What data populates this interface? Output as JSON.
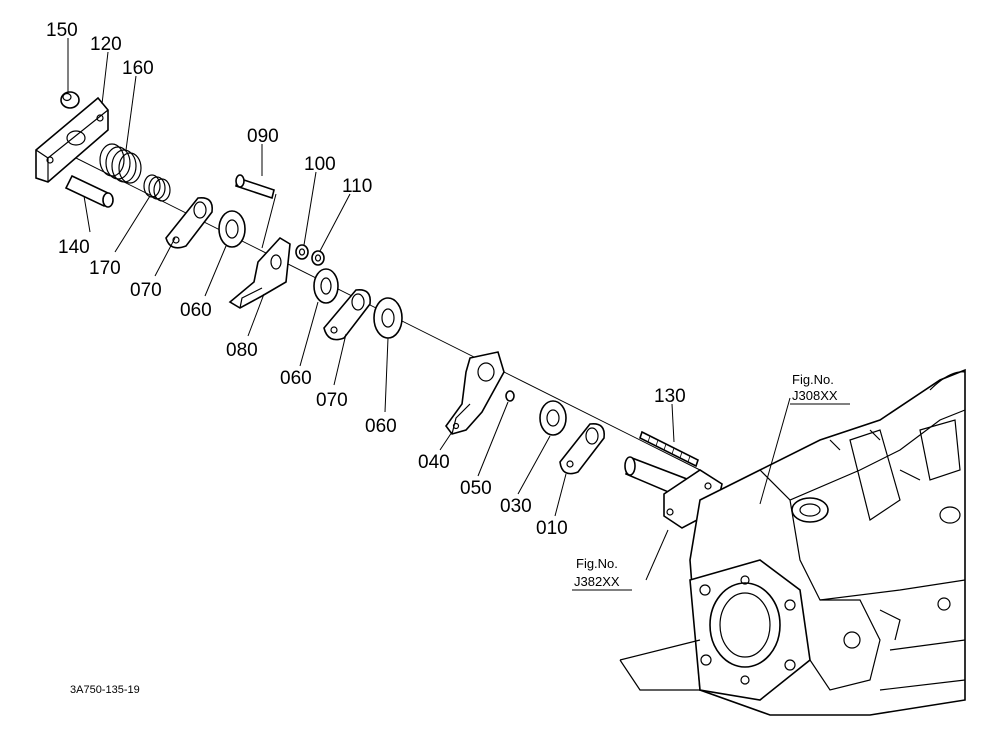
{
  "diagram": {
    "part_labels": [
      "150",
      "120",
      "160",
      "090",
      "100",
      "110",
      "140",
      "170",
      "070",
      "060",
      "080",
      "060",
      "070",
      "060",
      "040",
      "050",
      "030",
      "010",
      "130"
    ],
    "fig_refs": [
      {
        "title": "Fig.No.",
        "code": "J308XX"
      },
      {
        "title": "Fig.No.",
        "code": "J382XX"
      }
    ],
    "drawing_code": "3A750-135-19"
  }
}
